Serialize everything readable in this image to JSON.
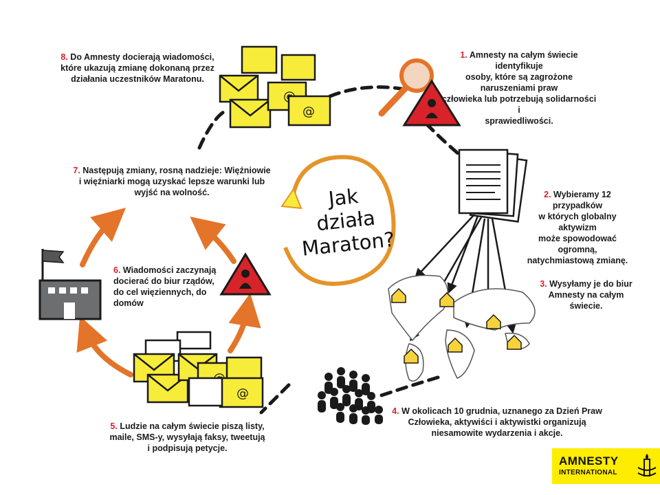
{
  "title": {
    "line1": "Jak",
    "line2": "działa",
    "line3": "Maraton?"
  },
  "steps": [
    {
      "num": "1.",
      "lines": [
        "Amnesty na całym świecie identyfikuje",
        "osoby, które są zagrożone naruszeniami praw",
        "człowieka lub potrzebują solidarności i",
        "sprawiedliwości."
      ]
    },
    {
      "num": "2.",
      "lines": [
        "Wybieramy 12 przypadków",
        "w których globalny aktywizm",
        "może spowodować ogromną,",
        "natychmiastową zmianę."
      ]
    },
    {
      "num": "3.",
      "lines": [
        "Wysyłamy je do biur",
        "Amnesty na całym świecie."
      ]
    },
    {
      "num": "4.",
      "lines": [
        "W okolicach 10 grudnia, uznanego za Dzień Praw",
        "Człowieka, aktywiści i aktywistki organizują",
        "niesamowite wydarzenia i akcje."
      ]
    },
    {
      "num": "5.",
      "lines": [
        "Ludzie na całym świecie piszą listy,",
        "maile, SMS-y, wysyłają faksy, tweetują",
        "i podpisują petycje."
      ]
    },
    {
      "num": "6.",
      "lines": [
        "Wiadomości zaczynają",
        "docierać do biur rządów,",
        "do cel więziennych, do",
        "domów"
      ]
    },
    {
      "num": "7.",
      "lines": [
        "Następują zmiany, rosną nadzieje: Więźniowie",
        "i więźniarki mogą uzyskać lepsze warunki lub",
        "wyjść na wolność."
      ]
    },
    {
      "num": "8.",
      "lines": [
        "Do Amnesty docierają wiadomości,",
        "które ukazują zmianę dokonaną przez",
        "działania uczestników Maratonu."
      ]
    }
  ],
  "logo": {
    "line1": "AMNESTY",
    "line2": "INTERNATIONAL"
  },
  "colors": {
    "accent_red": "#d8232a",
    "orange": "#e3742a",
    "envelope_yellow": "#f7ec3a",
    "logo_yellow": "#ffed00",
    "ink": "#1a1a1a"
  },
  "icons": [
    "magnifier-icon",
    "warning-triangle-icon",
    "documents-icon",
    "world-map-icon",
    "crowd-icon",
    "envelopes-icon",
    "prison-building-icon",
    "circular-arrow-icon",
    "candle-logo-icon"
  ]
}
